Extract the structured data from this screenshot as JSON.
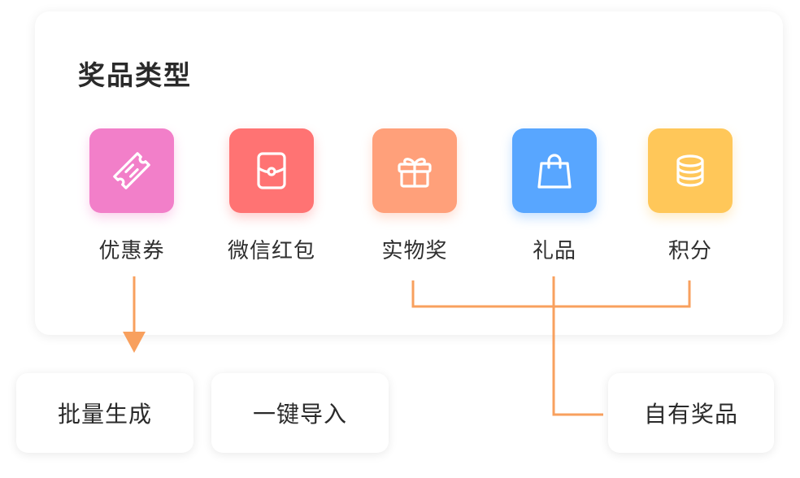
{
  "section_title": "奖品类型",
  "prize_types": [
    {
      "label": "优惠券",
      "icon": "ticket-icon",
      "color": "#F27FC9"
    },
    {
      "label": "微信红包",
      "icon": "red-packet-icon",
      "color": "#FF7373"
    },
    {
      "label": "实物奖",
      "icon": "gift-icon",
      "color": "#FFA07A"
    },
    {
      "label": "礼品",
      "icon": "shopping-bag-icon",
      "color": "#58A6FF"
    },
    {
      "label": "积分",
      "icon": "coin-stack-icon",
      "color": "#FFC759"
    }
  ],
  "sources": {
    "batch_generate": "批量生成",
    "one_click_import": "一键导入",
    "own_prize": "自有奖品"
  },
  "connector_color": "#F8A05E"
}
